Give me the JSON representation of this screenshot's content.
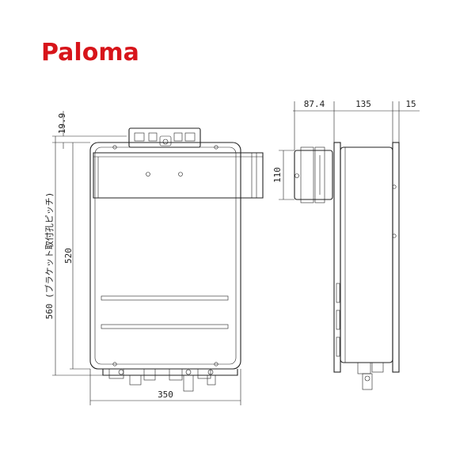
{
  "brand": {
    "name": "Paloma",
    "color": "#d7141a"
  },
  "dimensions": {
    "top_offset": "19.9",
    "bracket_pitch": "560 (ブラケット取付孔ピッチ)",
    "body_height": "520",
    "width": "350",
    "vent_depth": "87.4",
    "body_depth": "135",
    "bracket_depth": "15",
    "vent_height": "110"
  },
  "colors": {
    "line": "#222222",
    "background": "#ffffff"
  }
}
